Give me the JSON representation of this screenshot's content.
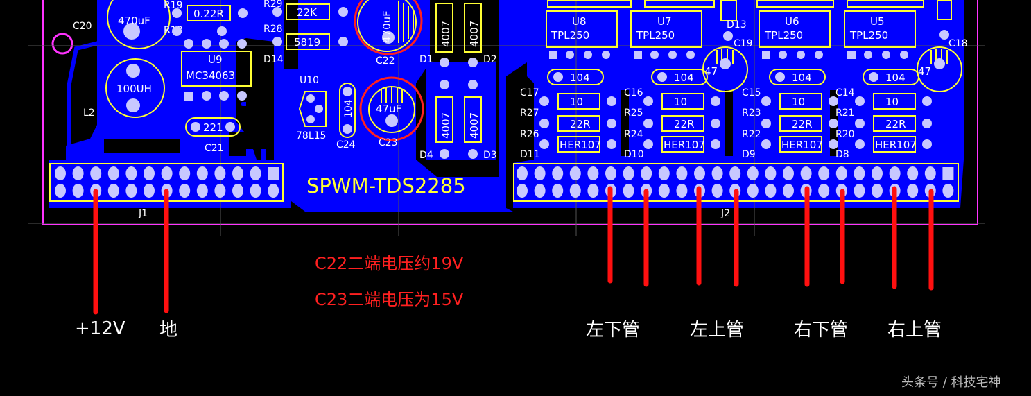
{
  "board_title": "SPWM-TDS2285",
  "connectors": {
    "j1": "J1",
    "j2": "J2"
  },
  "notes": [
    "C22二端电压约19V",
    "C23二端电压为15V"
  ],
  "pin_labels": [
    "+12V",
    "地",
    "左下管",
    "左上管",
    "右下管",
    "右上管"
  ],
  "watermark": "头条号 / 科技宅神",
  "chips": {
    "u9": {
      "ref": "U9",
      "part": "MC34063"
    },
    "u10": {
      "ref": "U10",
      "part": "78L15"
    },
    "u8": {
      "ref": "U8",
      "part": "TPL250"
    },
    "u7": {
      "ref": "U7",
      "part": "TPL250"
    },
    "u6": {
      "ref": "U6",
      "part": "TPL250"
    },
    "u5": {
      "ref": "U5",
      "part": "TPL250"
    }
  },
  "left_parts": {
    "c20": "C20",
    "c20_val": "470uF",
    "r18": "R18",
    "r19": "R19",
    "r19_val": "0.22R",
    "l2": "L2",
    "l2_val": "100UH",
    "c21": "C21",
    "c21_val": "221",
    "r29": "R29",
    "r29_val": "22K",
    "r28": "R28",
    "d14": "D14",
    "d14_val": "5819",
    "c22": "C22",
    "c22_val": "470uF",
    "c23": "C23",
    "c23_val": "47uF",
    "c24": "C24",
    "c24_val": "104",
    "d1": "D1",
    "d2": "D2",
    "d3": "D3",
    "d4": "D4",
    "diode_val": "4007"
  },
  "driver_cells": [
    {
      "cap": "C17",
      "r_a": "R27",
      "r_b": "R26",
      "diode": "D11",
      "cap_val": "104",
      "r_a_val": "10",
      "r_b_val": "22R",
      "diode_val": "HER107"
    },
    {
      "cap": "C16",
      "r_a": "R25",
      "r_b": "R24",
      "diode": "D10",
      "cap_val": "104",
      "r_a_val": "10",
      "r_b_val": "22R",
      "diode_val": "HER107"
    },
    {
      "cap": "C15",
      "r_a": "R23",
      "r_b": "R22",
      "diode": "D9",
      "cap_val": "104",
      "r_a_val": "10",
      "r_b_val": "22R",
      "diode_val": "HER107"
    },
    {
      "cap": "C14",
      "r_a": "R21",
      "r_b": "R20",
      "diode": "D8",
      "cap_val": "104",
      "r_a_val": "10",
      "r_b_val": "22R",
      "diode_val": "HER107"
    }
  ],
  "misc": {
    "c19": "C19",
    "c18": "C18",
    "d13": "D13",
    "cap47": "47",
    "c19_val": "47"
  },
  "colors": {
    "copper": "#0000ff",
    "silkscreen": "#ffff33",
    "marker": "#ff1010",
    "board_edge": "#ff33ff",
    "highlight_ring": "#ff2020"
  }
}
